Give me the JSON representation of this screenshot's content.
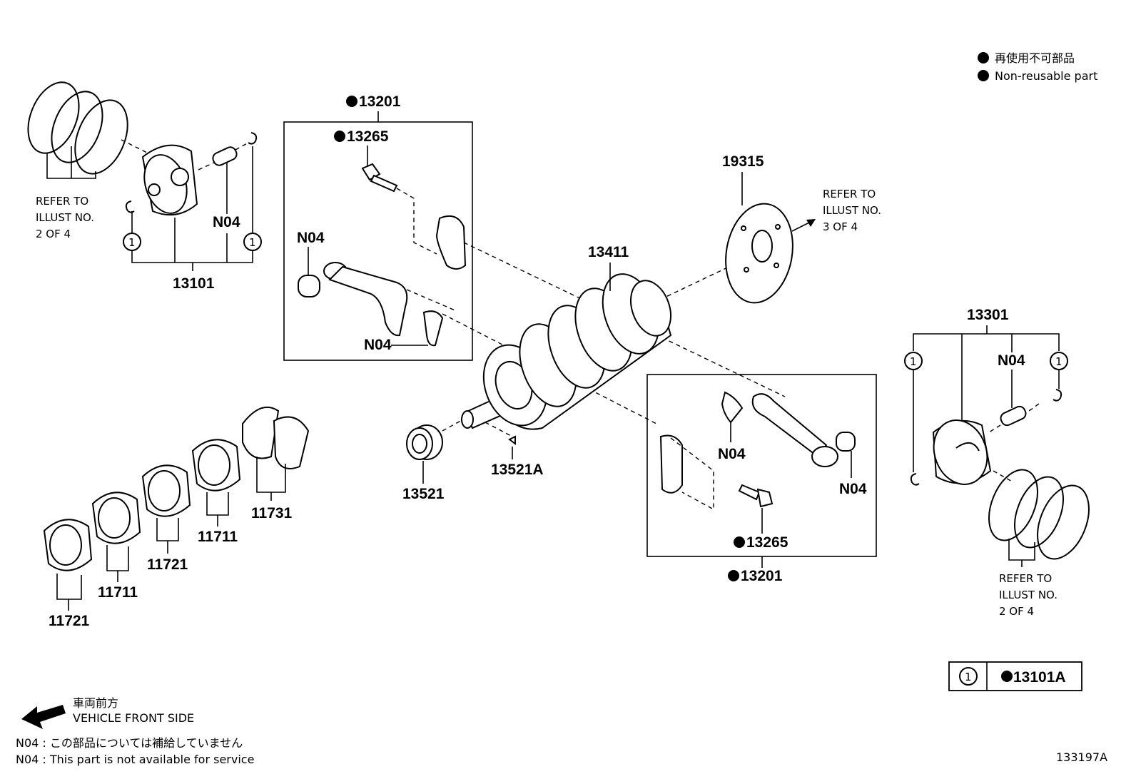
{
  "legend": {
    "ja": "再使用不可部品",
    "en": "Non-reusable part"
  },
  "labels": {
    "piston_left": "13101",
    "piston_right": "13301",
    "rod_set_top": "13201",
    "rod_set_bottom": "13201",
    "bolt_top": "13265",
    "bolt_bottom": "13265",
    "plate": "19315",
    "crankshaft": "13411",
    "bearing_11731": "11731",
    "bearing_11711_a": "11711",
    "bearing_11721_a": "11721",
    "bearing_11711_b": "11711",
    "bearing_11721_b": "11721",
    "gear": "13521",
    "key": "13521A",
    "n04": "N04",
    "circle_1": "1",
    "kit": "13101A"
  },
  "refer_left": [
    "REFER TO",
    "ILLUST NO.",
    "2 OF 4"
  ],
  "refer_plate": [
    "REFER TO",
    "ILLUST NO.",
    "3 OF 4"
  ],
  "refer_right": [
    "REFER TO",
    "ILLUST NO.",
    "2 OF 4"
  ],
  "front": {
    "ja": "車両前方",
    "en": "VEHICLE FRONT SIDE"
  },
  "footnote": {
    "ja": "N04 : この部品については補給していません",
    "en": "N04 : This part is not available for service"
  },
  "illust_no": "133197A",
  "colors": {
    "ink": "#000000",
    "paper": "#ffffff"
  }
}
